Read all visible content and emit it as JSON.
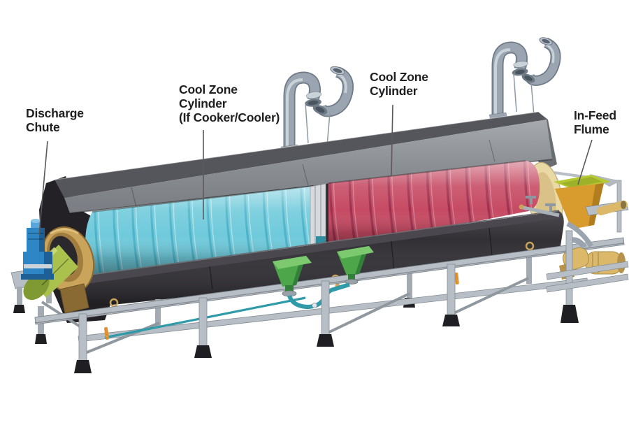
{
  "figure": {
    "type": "technical-illustration",
    "subject": "Rotary cooker/cooler machine cutaway diagram",
    "background": "#ffffff"
  },
  "labels": {
    "discharge_chute": {
      "text": "Discharge\nChute"
    },
    "cool_zone_cylinder_if": {
      "text": "Cool Zone\nCylinder\n(If Cooker/Cooler)"
    },
    "cool_zone_cylinder": {
      "text": "Cool Zone\nCylinder"
    },
    "in_feed_flume": {
      "text": "In-Feed\nFlume"
    }
  },
  "colors": {
    "bg": "#ffffff",
    "label_text": "#1f1e20",
    "leader_line": "#5a5a5e",
    "hood_top": "#54565b",
    "hood_panel": "#8e9298",
    "hood_end": "#6a6d72",
    "end_cap_dark": "#232126",
    "cyl_cool_primary": "#6fcadb",
    "cyl_cool_spiral": "#3fa9c0",
    "cyl_hot_primary": "#c64a63",
    "cyl_hot_spiral": "#93294a",
    "ring_light": "#d6dade",
    "drum_black": "#2b292e",
    "drum_rim": "#4a484e",
    "frame_light": "#b7bec6",
    "frame_mid": "#8f979f",
    "frame_foot": "#1f1e22",
    "brass": "#c9a45a",
    "brass_dark": "#8a6a33",
    "chute_green": "#aac14d",
    "chute_green_dark": "#7f9a33",
    "motor_blue": "#2f86c5",
    "motor_blue_dark": "#1e6096",
    "funnel_green_light": "#7cc96f",
    "funnel_green": "#4ea64b",
    "funnel_green_dark": "#33803a",
    "pipe_teal": "#2f9aa8",
    "flume_green": "#b6c832",
    "flume_orange": "#d89b2e",
    "pump_tan": "#dcb96a",
    "pump_tan_dark": "#b6924a",
    "pipe_gray": "#9aa5b1",
    "pipe_gray_light": "#c9d2d9",
    "pipe_gray_dark": "#6e7a86",
    "handle_orange": "#e0912b",
    "tan_plate": "#e9d9a5"
  }
}
